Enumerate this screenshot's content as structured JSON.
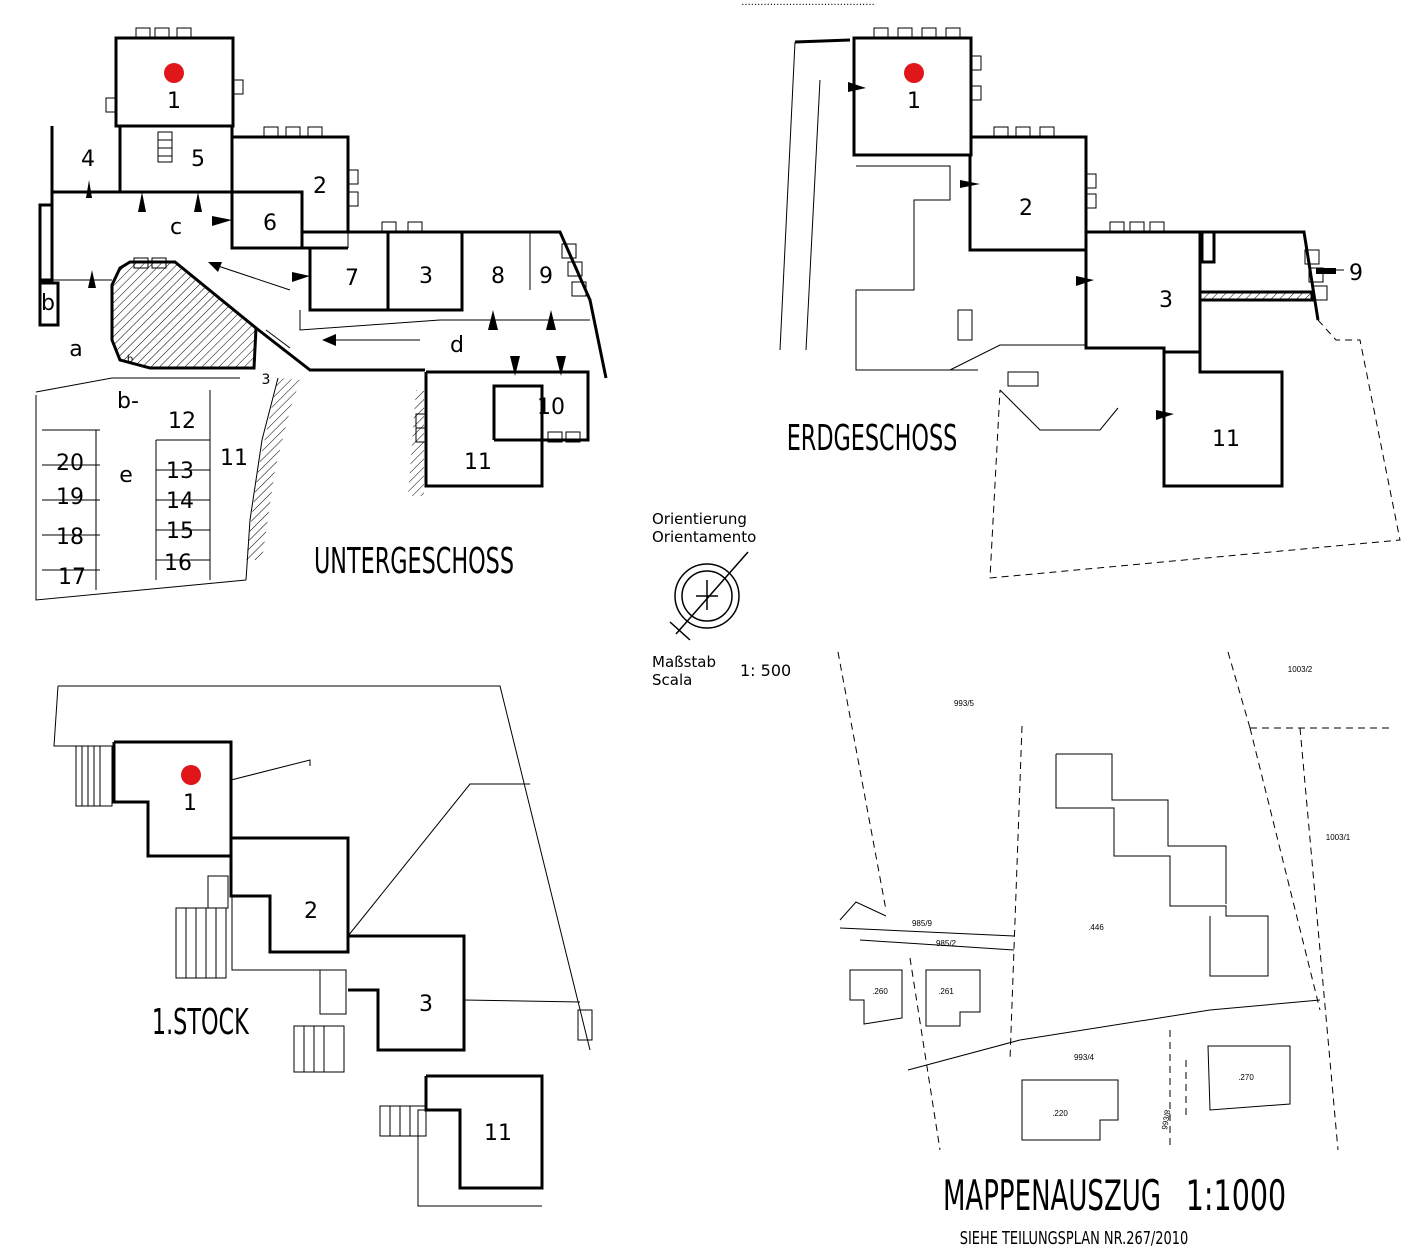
{
  "titles": {
    "untergeschoss": "UNTERGESCHOSS",
    "erdgeschoss": "ERDGESCHOSS",
    "stock": "1.STOCK",
    "mappenauszug": "MAPPENAUSZUG",
    "mappen_scale": "1:1000",
    "teilungsplan": "SIEHE TEILUNGSPLAN NR.267/2010"
  },
  "legend": {
    "orient_de": "Orientierung",
    "orient_it": "Orientamento",
    "scale_de": "Maßstab",
    "scale_it": "Scala",
    "scale_value": "1: 500"
  },
  "highlight_color": "#e0161b",
  "untergeschoss_units": [
    "1",
    "2",
    "3",
    "4",
    "5",
    "6",
    "7",
    "8",
    "9",
    "10",
    "11"
  ],
  "untergeschoss_areas": [
    "a",
    "b",
    "b",
    "c",
    "d",
    "e",
    "b-"
  ],
  "untergeschoss_parking": [
    "11",
    "12",
    "13",
    "14",
    "15",
    "16",
    "17",
    "18",
    "19",
    "20"
  ],
  "untergeschoss_small_3": "3",
  "erdgeschoss_units": [
    "1",
    "2",
    "3",
    "9",
    "11"
  ],
  "stock_units": [
    "1",
    "2",
    "3",
    "11"
  ],
  "parcels": {
    "p993_5": "993/5",
    "p1003_2": "1003/2",
    "p1003_1": "1003/1",
    "p446": ".446",
    "p985_9": "985/9",
    "p985_2": "985/2",
    "p260": ".260",
    "p261": ".261",
    "p993_4": "993/4",
    "p220": ".220",
    "p993_8": "993/8",
    "p270": ".270"
  },
  "top_caption": ".........................................."
}
